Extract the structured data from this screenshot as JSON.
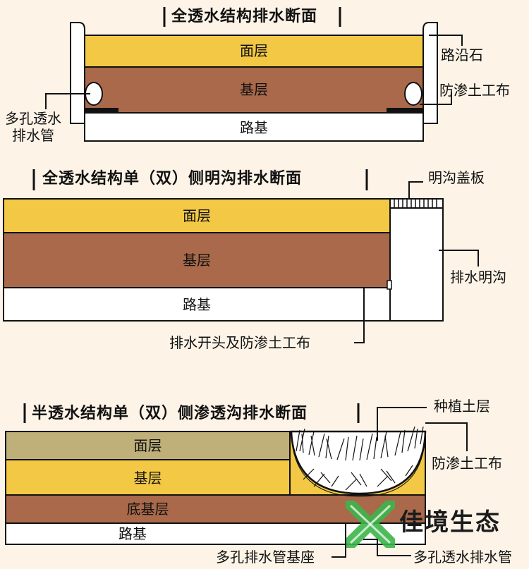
{
  "colors": {
    "background": "#fdf3e7",
    "surface_layer": "#f3c844",
    "surface_layer_semi": "#bfb07a",
    "base_layer": "#a9694a",
    "subgrade": "#ffffff",
    "logo_green": "#3cb54a"
  },
  "section1": {
    "title": "全透水结构排水断面",
    "layers": {
      "surface": "面层",
      "base": "基层",
      "subgrade": "路基"
    },
    "labels": {
      "curb": "路沿石",
      "geotextile": "防渗土工布",
      "pipe_line1": "多孔透水",
      "pipe_line2": "排水管"
    }
  },
  "section2": {
    "title": "全透水结构单（双）侧明沟排水断面",
    "layers": {
      "surface": "面层",
      "base": "基层",
      "subgrade": "路基"
    },
    "labels": {
      "cover": "明沟盖板",
      "ditch": "排水明沟",
      "outlet": "排水开头及防渗土工布"
    }
  },
  "section3": {
    "title": "半透水结构单（双）侧渗透沟排水断面",
    "layers": {
      "surface": "面层",
      "base": "基层",
      "subbase": "底基层",
      "subgrade": "路基"
    },
    "labels": {
      "planting": "种植土层",
      "geotextile": "防渗土工布",
      "pipe_seat": "多孔排水管基座",
      "pipe": "多孔透水排水管"
    }
  },
  "logo": {
    "text": "佳境生态",
    "icon": "cross-leaf-logo-icon"
  }
}
